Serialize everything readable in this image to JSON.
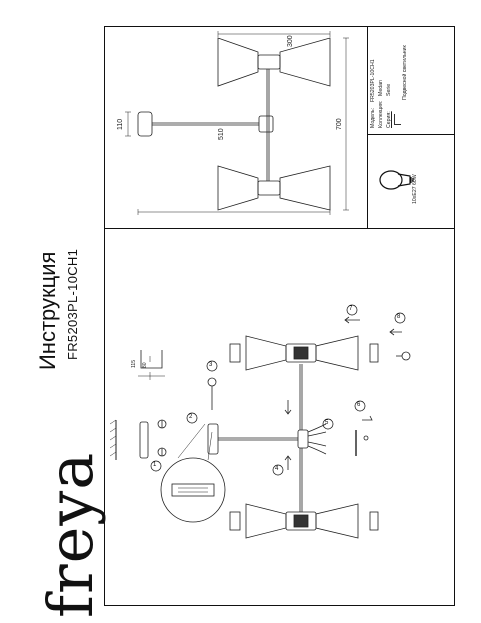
{
  "brand": {
    "name": "freya"
  },
  "document": {
    "title": "Инструкция",
    "model_code": "FR5203PL-10CH1"
  },
  "dimensions": {
    "width": "300",
    "total_width": "510",
    "height": "700",
    "canopy": "110",
    "bracket_height": "115",
    "bracket_depth": "80"
  },
  "specs": {
    "model_label": "Модель:",
    "model_value": "FR5203PL-10CH1",
    "collection_label": "Коллекция:",
    "collection_value": "Medan",
    "series_label": "Серия:",
    "series_value": "Serie",
    "type_value": "Подвесной светильник",
    "bulb": "10xE27 60W"
  },
  "steps": [
    "1",
    "2",
    "3",
    "4",
    "5",
    "6",
    "7",
    "8"
  ]
}
